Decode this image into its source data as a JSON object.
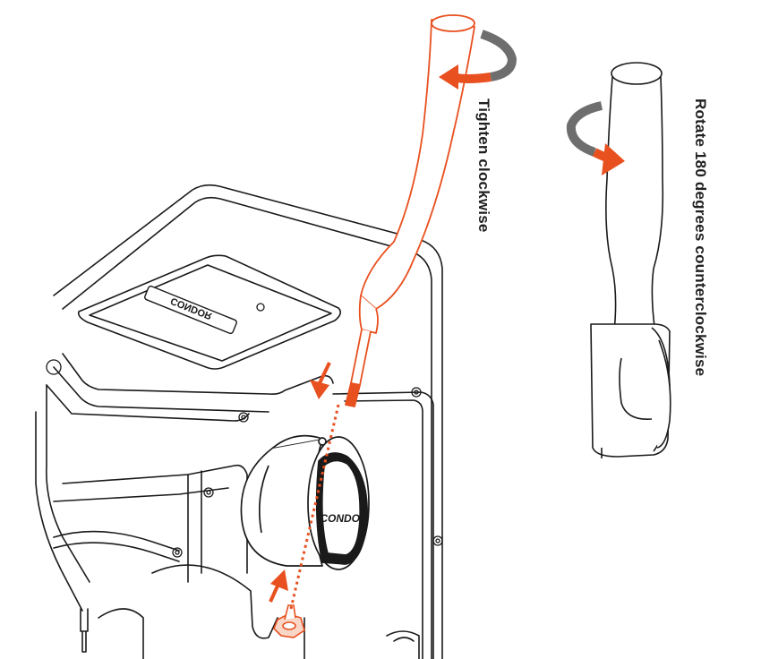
{
  "labels": {
    "tighten": "Tighten clockwise",
    "rotate": "Rotate 180 degrees counterclockwise"
  },
  "logo_text": {
    "lid": "CONDOR",
    "knob": "CONDOR"
  },
  "colors": {
    "accent": "#e8501f",
    "outline": "#1a1a1a",
    "arrow_gray": "#6e6e6e",
    "background": "#ffffff"
  },
  "icons": {
    "screwdriver": "screwdriver-icon",
    "knob": "knob-icon",
    "screw": "screw-icon"
  }
}
